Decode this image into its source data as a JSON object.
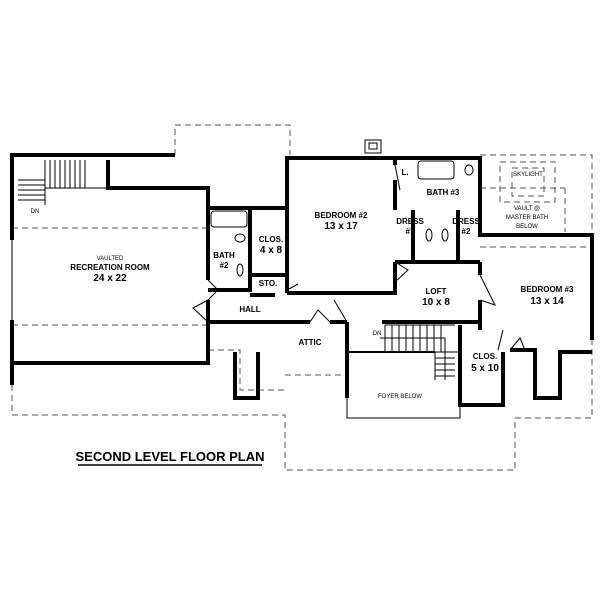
{
  "title": "SECOND LEVEL FLOOR PLAN",
  "rooms": {
    "recreation": {
      "note": "VAULTED",
      "name": "RECREATION ROOM",
      "size": "24 x 22"
    },
    "bath2": {
      "name": "BATH",
      "num": "#2"
    },
    "clos1": {
      "name": "CLOS.",
      "size": "4 x 8"
    },
    "sto": {
      "name": "STO."
    },
    "hall": {
      "name": "HALL"
    },
    "bedroom2": {
      "name": "BEDROOM #2",
      "size": "13 x 17"
    },
    "laundry": {
      "name": "L."
    },
    "bath3": {
      "name": "BATH #3"
    },
    "dress1": {
      "name": "DRESS",
      "num": "#1"
    },
    "dress2": {
      "name": "DRESS",
      "num": "#2"
    },
    "skylight": {
      "name": "SKYLIGHT"
    },
    "vault": {
      "line1": "VAULT @",
      "line2": "MASTER BATH",
      "line3": "BELOW"
    },
    "loft": {
      "name": "LOFT",
      "size": "10 x 8"
    },
    "bedroom3": {
      "name": "BEDROOM #3",
      "size": "13 x 14"
    },
    "clos2": {
      "name": "CLOS.",
      "size": "5 x 10"
    },
    "attic": {
      "name": "ATTIC"
    },
    "foyer": {
      "name": "FOYER BELOW"
    }
  },
  "stairs": {
    "dn1": "DN",
    "dn2": "DN"
  }
}
